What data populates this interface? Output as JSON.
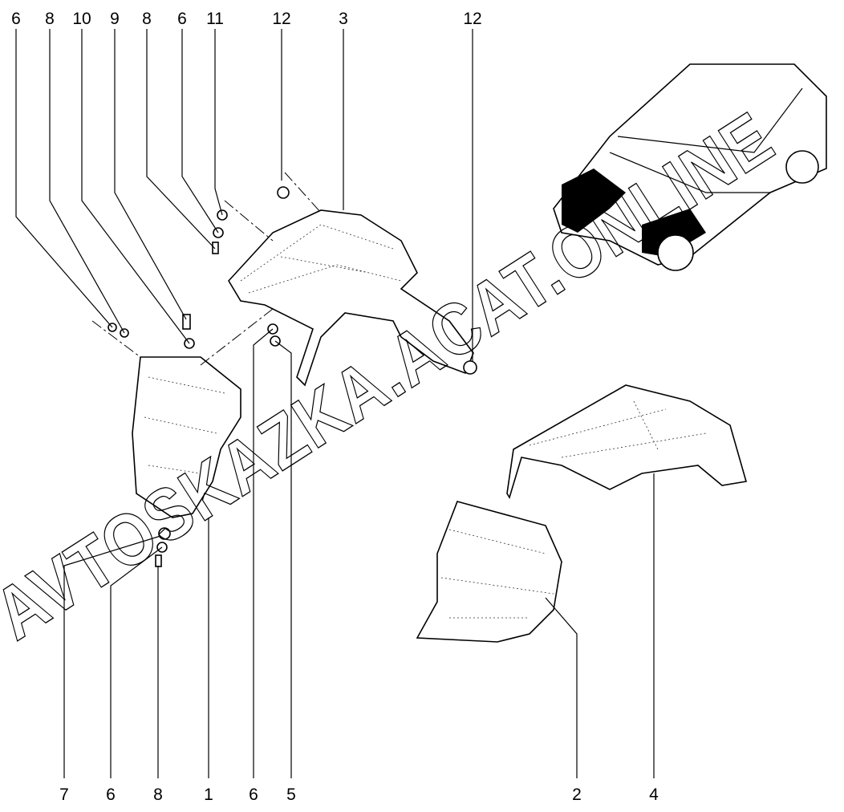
{
  "diagram": {
    "top_callouts": [
      "6",
      "8",
      "10",
      "9",
      "8",
      "6",
      "11",
      "12",
      "3",
      "12"
    ],
    "bottom_callouts": [
      "7",
      "6",
      "8",
      "1",
      "6",
      "5",
      "2",
      "4"
    ],
    "watermark": "AVTOSKAZKA.ACAT.ONLINE",
    "colors": {
      "ink": "#000000",
      "background": "#ffffff"
    }
  }
}
